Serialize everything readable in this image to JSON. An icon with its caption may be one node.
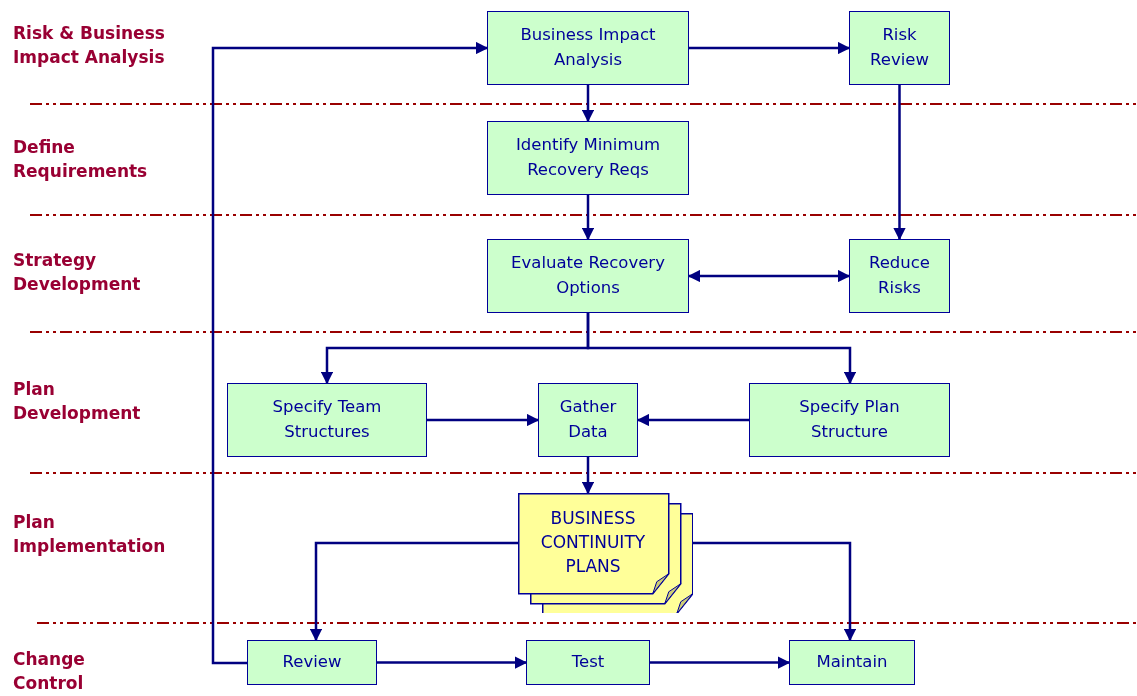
{
  "diagram": {
    "nodes": [
      {
        "text": [
          "Business Impact Analysis"
        ]
      },
      {
        "text": [
          "Risk Review"
        ]
      },
      {
        "text": [
          "Identify Minimum Recovery Reqs"
        ]
      },
      {
        "text": [
          "Evaluate Recovery Options"
        ]
      },
      {
        "text": [
          "Reduce Risks"
        ]
      },
      {
        "text": [
          "Specify Team Structures"
        ]
      },
      {
        "text": [
          "Gather Data"
        ]
      },
      {
        "text": [
          "Specify Plan Structure"
        ]
      },
      {
        "text": [
          "BUSINESS CONTINUITY PLANS"
        ]
      },
      {
        "text": [
          "Review"
        ]
      },
      {
        "text": [
          "Test"
        ]
      },
      {
        "text": [
          "Maintain"
        ]
      }
    ],
    "edges": [
      {
        "from": 0,
        "to": 1,
        "arrow": "to"
      },
      {
        "from": 0,
        "to": 2,
        "arrow": "to"
      },
      {
        "from": 1,
        "to": 4,
        "arrow": "to"
      },
      {
        "from": 2,
        "to": 3,
        "arrow": "to"
      },
      {
        "from": 3,
        "to": 4,
        "arrow": "both"
      },
      {
        "from": 3,
        "to": 5,
        "arrow": "to"
      },
      {
        "from": 3,
        "to": 7,
        "arrow": "to"
      },
      {
        "from": 5,
        "to": 6,
        "arrow": "to"
      },
      {
        "from": 7,
        "to": 6,
        "arrow": "to"
      },
      {
        "from": 6,
        "to": 8,
        "arrow": "to"
      },
      {
        "from": 8,
        "to": 9,
        "arrow": "to"
      },
      {
        "from": 8,
        "to": 11,
        "arrow": "to"
      },
      {
        "from": 9,
        "to": 10,
        "arrow": "to"
      },
      {
        "from": 10,
        "to": 11,
        "arrow": "to"
      },
      {
        "from": 9,
        "to": 0,
        "arrow": "to"
      }
    ],
    "labels": [
      "Risk & Business Impact Analysis",
      "Define Requirements",
      "Strategy Development",
      "Plan Development",
      "Plan Implementation",
      "Change Control"
    ]
  }
}
